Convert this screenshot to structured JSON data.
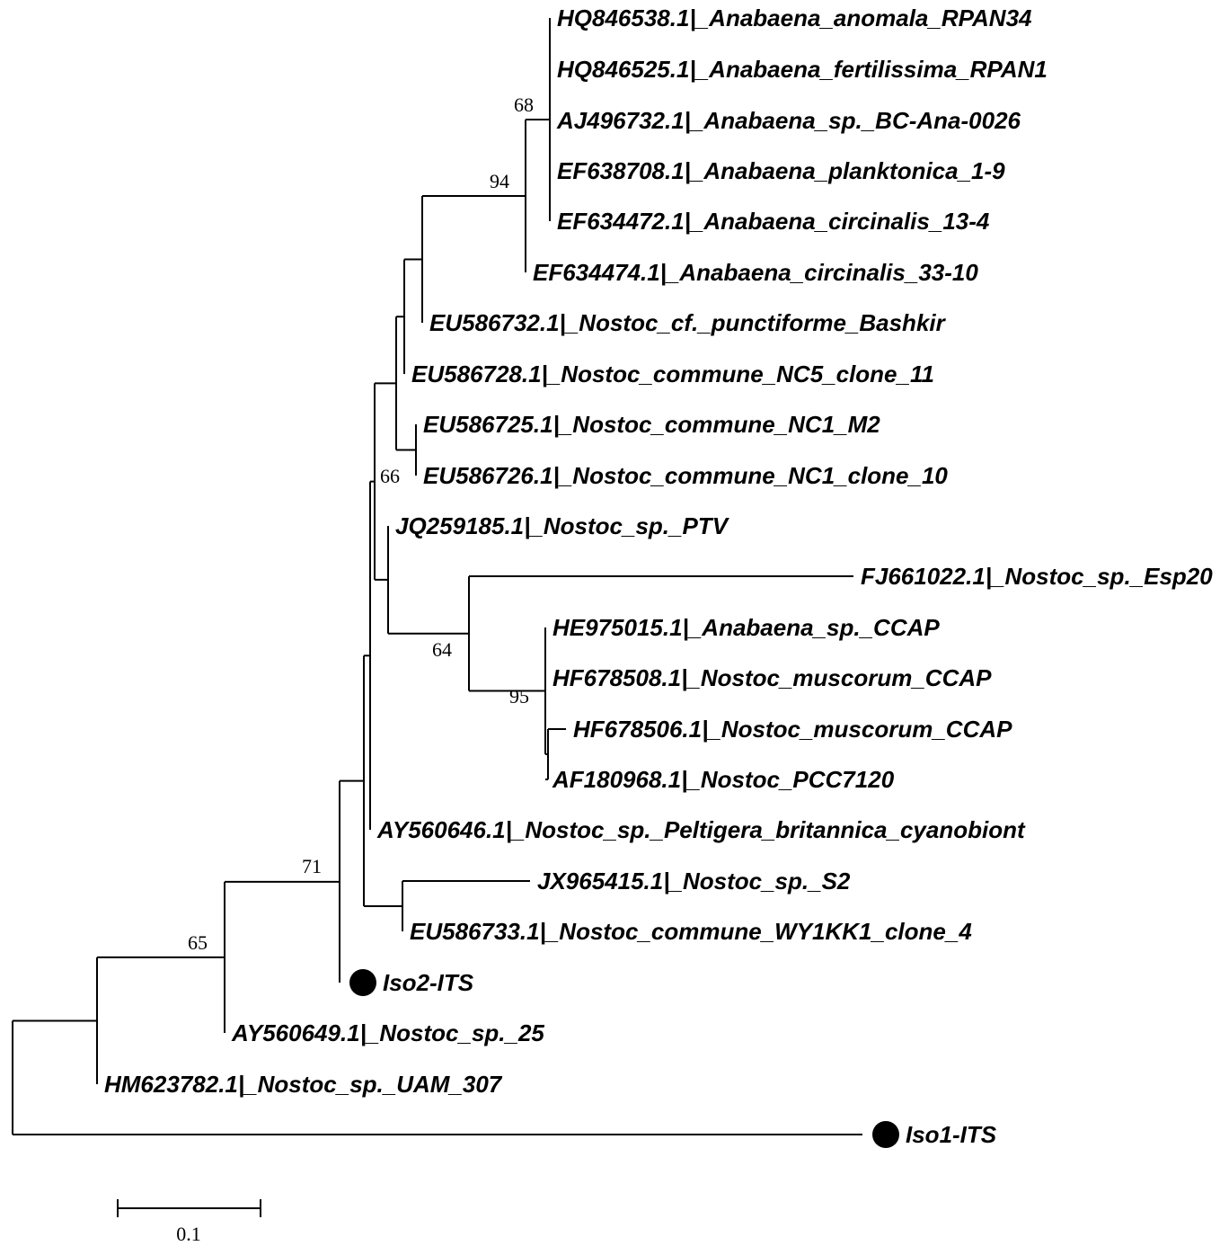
{
  "tree": {
    "leaves": [
      {
        "id": "HQ846538",
        "label": "HQ846538.1|_Anabaena_anomala_RPAN34",
        "marker": false
      },
      {
        "id": "HQ846525",
        "label": "HQ846525.1|_Anabaena_fertilissima_RPAN1",
        "marker": false
      },
      {
        "id": "AJ496732",
        "label": "AJ496732.1|_Anabaena_sp._BC-Ana-0026",
        "marker": false
      },
      {
        "id": "EF638708",
        "label": "EF638708.1|_Anabaena_planktonica_1-9",
        "marker": false
      },
      {
        "id": "EF634472",
        "label": "EF634472.1|_Anabaena_circinalis_13-4",
        "marker": false
      },
      {
        "id": "EF634474",
        "label": "EF634474.1|_Anabaena_circinalis_33-10",
        "marker": false
      },
      {
        "id": "EU586732",
        "label": "EU586732.1|_Nostoc_cf._punctiforme_Bashkir",
        "marker": false
      },
      {
        "id": "EU586728",
        "label": "EU586728.1|_Nostoc_commune_NC5_clone_11",
        "marker": false
      },
      {
        "id": "EU586725",
        "label": "EU586725.1|_Nostoc_commune_NC1_M2",
        "marker": false
      },
      {
        "id": "EU586726",
        "label": "EU586726.1|_Nostoc_commune_NC1_clone_10",
        "marker": false
      },
      {
        "id": "JQ259185",
        "label": "JQ259185.1|_Nostoc_sp._PTV",
        "marker": false
      },
      {
        "id": "FJ661022",
        "label": "FJ661022.1|_Nostoc_sp._Esp20",
        "marker": false
      },
      {
        "id": "HE975015",
        "label": "HE975015.1|_Anabaena_sp._CCAP",
        "marker": false
      },
      {
        "id": "HF678508",
        "label": "HF678508.1|_Nostoc_muscorum_CCAP",
        "marker": false
      },
      {
        "id": "HF678506",
        "label": "HF678506.1|_Nostoc_muscorum_CCAP",
        "marker": false
      },
      {
        "id": "AF180968",
        "label": "AF180968.1|_Nostoc_PCC7120",
        "marker": false
      },
      {
        "id": "AY560646",
        "label": "AY560646.1|_Nostoc_sp._Peltigera_britannica_cyanobiont",
        "marker": false
      },
      {
        "id": "JX965415",
        "label": "JX965415.1|_Nostoc_sp._S2",
        "marker": false
      },
      {
        "id": "EU586733",
        "label": "EU586733.1|_Nostoc_commune_WY1KK1_clone_4",
        "marker": false
      },
      {
        "id": "Iso2",
        "label": "Iso2-ITS",
        "marker": true
      },
      {
        "id": "AY560649",
        "label": "AY560649.1|_Nostoc_sp._25",
        "marker": false
      },
      {
        "id": "HM623782",
        "label": "HM623782.1|_Nostoc_sp._UAM_307",
        "marker": false
      },
      {
        "id": "Iso1",
        "label": "Iso1-ITS",
        "marker": true
      }
    ],
    "support_values": [
      {
        "node": "anabaena-core",
        "value": "68"
      },
      {
        "node": "anabaena-clade",
        "value": "94"
      },
      {
        "node": "nostoc-inner",
        "value": "66"
      },
      {
        "node": "ccap-group",
        "value": "64"
      },
      {
        "node": "ccap-subgroup",
        "value": "95"
      },
      {
        "node": "iso2-group",
        "value": "71"
      },
      {
        "node": "outer-group",
        "value": "65"
      }
    ],
    "scale_bar": {
      "label": "0.1",
      "length": 0.1
    }
  }
}
